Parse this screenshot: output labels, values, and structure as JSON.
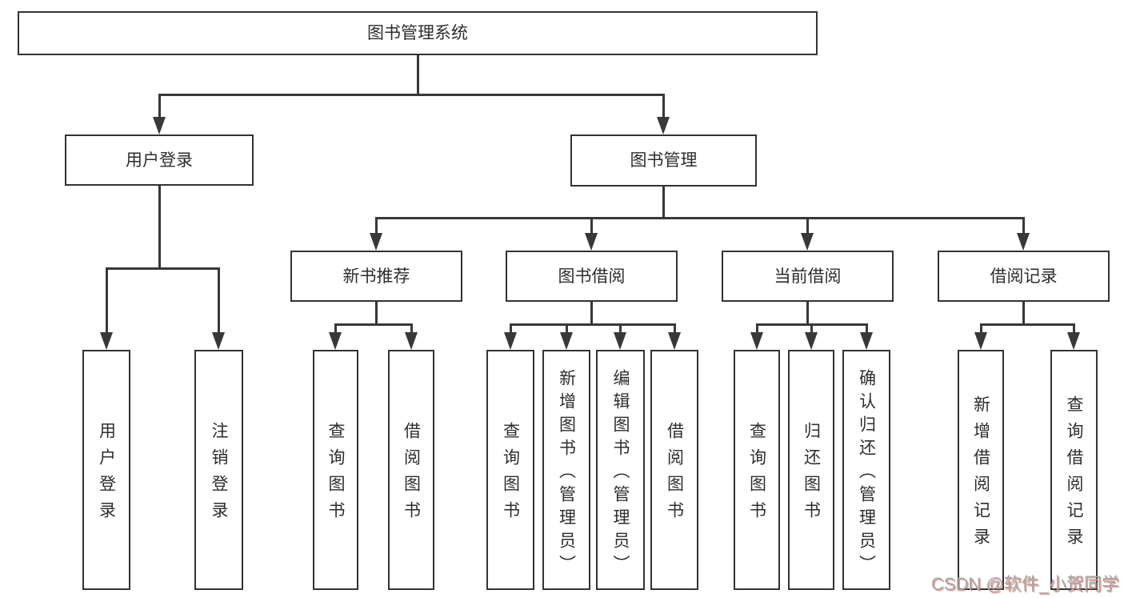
{
  "tree": {
    "root": {
      "label": "图书管理系统"
    },
    "branches": [
      {
        "label": "用户登录",
        "children": [
          {
            "label": "用户登录"
          },
          {
            "label": "注销登录"
          }
        ]
      },
      {
        "label": "图书管理",
        "children": [
          {
            "label": "新书推荐",
            "children": [
              {
                "label": "查询图书"
              },
              {
                "label": "借阅图书"
              }
            ]
          },
          {
            "label": "图书借阅",
            "children": [
              {
                "label": "查询图书"
              },
              {
                "label": "新增图书（管理员）"
              },
              {
                "label": "编辑图书（管理员）"
              },
              {
                "label": "借阅图书"
              }
            ]
          },
          {
            "label": "当前借阅",
            "children": [
              {
                "label": "查询图书"
              },
              {
                "label": "归还图书"
              },
              {
                "label": "确认归还（管理员）"
              }
            ]
          },
          {
            "label": "借阅记录",
            "children": [
              {
                "label": "新增借阅记录"
              },
              {
                "label": "查询借阅记录"
              }
            ]
          }
        ]
      }
    ]
  },
  "watermark": {
    "text": "CSDN @软件_小贺同学",
    "color": "#a6a6a6",
    "shadow_color": "#c8554b"
  },
  "colors": {
    "line": "#383838",
    "box_border": "#333333",
    "text": "#2d2d2d",
    "background": "#ffffff"
  }
}
